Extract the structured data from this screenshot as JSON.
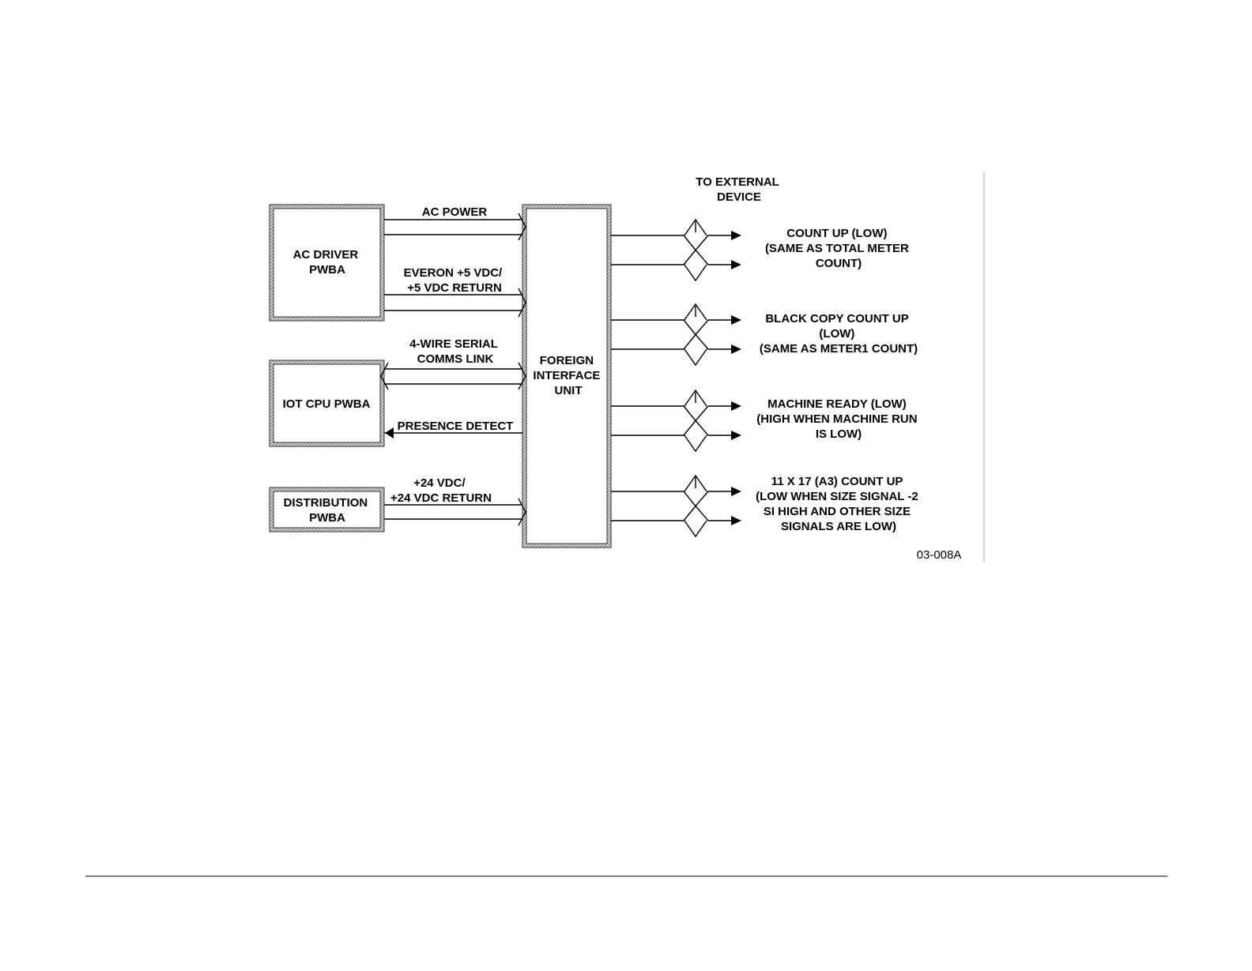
{
  "diagram": {
    "header": [
      "TO EXTERNAL",
      "DEVICE"
    ],
    "center_block": [
      "FOREIGN",
      "INTERFACE",
      "UNIT"
    ],
    "blocks": [
      {
        "id": "ac-driver",
        "lines": [
          "AC DRIVER",
          "PWBA"
        ]
      },
      {
        "id": "iot-cpu",
        "lines": [
          "IOT CPU PWBA"
        ]
      },
      {
        "id": "distribution",
        "lines": [
          "DISTRIBUTION",
          "PWBA"
        ]
      }
    ],
    "input_labels": [
      {
        "id": "ac-power",
        "lines": [
          "AC POWER"
        ]
      },
      {
        "id": "everon-5vdc",
        "lines": [
          "EVERON +5 VDC/",
          "+5 VDC RETURN"
        ]
      },
      {
        "id": "serial-link",
        "lines": [
          "4-WIRE SERIAL",
          "COMMS LINK"
        ]
      },
      {
        "id": "presence-detect",
        "lines": [
          "PRESENCE DETECT"
        ]
      },
      {
        "id": "24vdc",
        "lines": [
          "+24 VDC/",
          "+24 VDC RETURN"
        ]
      }
    ],
    "outputs": [
      {
        "id": "count-up",
        "lines": [
          "COUNT UP (LOW)",
          "(SAME AS TOTAL METER",
          "COUNT)"
        ]
      },
      {
        "id": "black-copy-count",
        "lines": [
          "BLACK COPY COUNT UP",
          "(LOW)",
          "(SAME AS METER1 COUNT)"
        ]
      },
      {
        "id": "machine-ready",
        "lines": [
          "MACHINE READY (LOW)",
          "(HIGH WHEN MACHINE RUN",
          "IS LOW)"
        ]
      },
      {
        "id": "a3-count-up",
        "lines": [
          "11 X 17 (A3) COUNT UP",
          "(LOW WHEN SIZE SIGNAL -2",
          "SI HIGH AND OTHER SIZE",
          "SIGNALS ARE LOW)"
        ]
      }
    ],
    "figure_id": "03-008A"
  }
}
